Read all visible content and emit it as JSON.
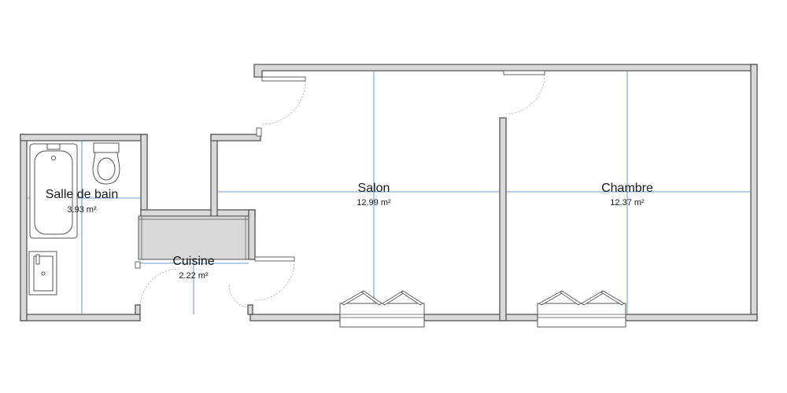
{
  "rooms": [
    {
      "name": "Salle de bain",
      "area": "3.93 m²"
    },
    {
      "name": "Cuisine",
      "area": "2.22 m²"
    },
    {
      "name": "Salon",
      "area": "12.99 m²"
    },
    {
      "name": "Chambre",
      "area": "12.37 m²"
    }
  ],
  "colors": {
    "wall_fill": "#d9d9d9",
    "wall_stroke": "#555555",
    "dimension_line": "#3b7fc4",
    "counter": "#d8d8d8"
  }
}
